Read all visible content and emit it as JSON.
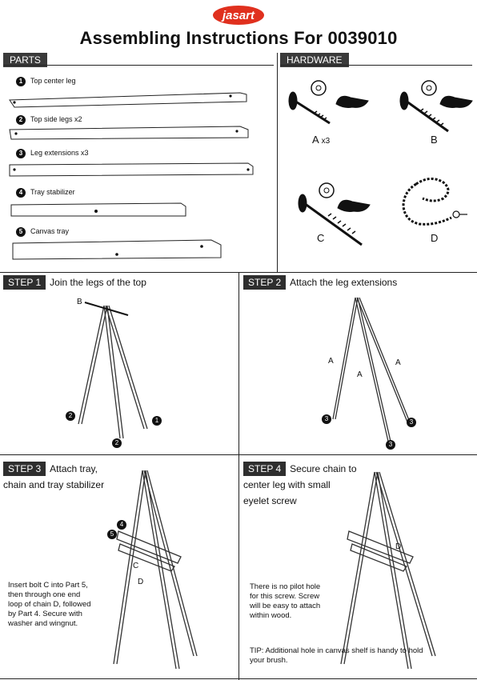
{
  "brand": "jasart",
  "title": "Assembling Instructions For  0039010",
  "parts_tab": "PARTS",
  "hardware_tab": "HARDWARE",
  "parts": [
    {
      "num": "1",
      "label": "Top center leg"
    },
    {
      "num": "2",
      "label": "Top side legs x2"
    },
    {
      "num": "3",
      "label": "Leg extensions x3"
    },
    {
      "num": "4",
      "label": "Tray stabilizer"
    },
    {
      "num": "5",
      "label": "Canvas tray"
    }
  ],
  "hardware": {
    "a": "A",
    "a_qty": "x3",
    "b": "B",
    "c": "C",
    "d": "D"
  },
  "steps": [
    {
      "tag": "STEP 1",
      "title": "Join the legs of the top"
    },
    {
      "tag": "STEP 2",
      "title": "Attach the leg extensions"
    },
    {
      "tag": "STEP 3",
      "title": "Attach tray,",
      "title2": "chain and tray stabilizer"
    },
    {
      "tag": "STEP 4",
      "title": "Secure chain to",
      "title2": "center leg with small",
      "title3": "eyelet screw"
    }
  ],
  "step1_labels": {
    "b": "B",
    "n1": "1",
    "n2a": "2",
    "n2b": "2"
  },
  "step2_labels": {
    "a1": "A",
    "a2": "A",
    "a3": "A",
    "n3a": "3",
    "n3b": "3",
    "n3c": "3"
  },
  "step3_labels": {
    "n4": "4",
    "n5": "5",
    "c": "C",
    "d": "D"
  },
  "step3_note": [
    "Insert bolt C into Part 5,",
    "then through one end",
    "loop of chain D, followed",
    "by Part 4. Secure with",
    "washer and wingnut."
  ],
  "step4_labels": {
    "d": "D"
  },
  "step4_note": [
    "There is no pilot hole",
    "for this screw. Screw",
    "will be easy to attach",
    "within wood."
  ],
  "tip": [
    "TIP: Additional hole in canvas shelf is handy to hold",
    "your brush."
  ]
}
